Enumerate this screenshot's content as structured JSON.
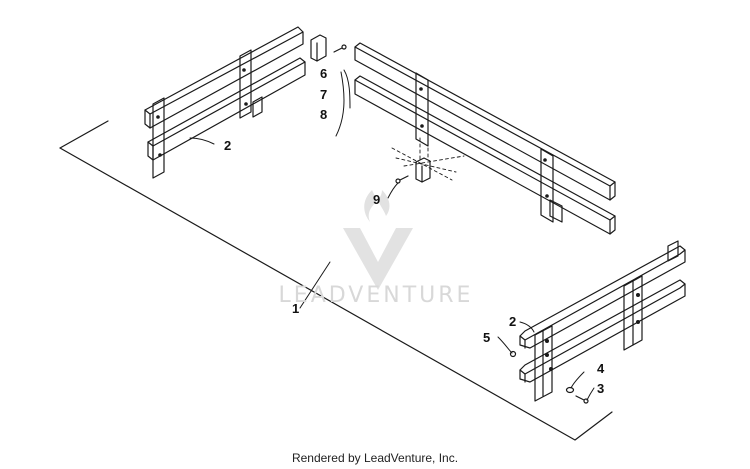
{
  "diagram": {
    "callouts": [
      {
        "id": "c1",
        "label": "1"
      },
      {
        "id": "c2a",
        "label": "2"
      },
      {
        "id": "c2b",
        "label": "2"
      },
      {
        "id": "c3",
        "label": "3"
      },
      {
        "id": "c4",
        "label": "4"
      },
      {
        "id": "c5",
        "label": "5"
      },
      {
        "id": "c6",
        "label": "6"
      },
      {
        "id": "c7",
        "label": "7"
      },
      {
        "id": "c8",
        "label": "8"
      },
      {
        "id": "c9",
        "label": "9"
      }
    ],
    "watermark_text": "LEADVENTURE"
  },
  "footer": {
    "text": "Rendered by LeadVenture, Inc."
  },
  "colors": {
    "line": "#1a1a1a",
    "watermark": "#d6d6d6"
  }
}
